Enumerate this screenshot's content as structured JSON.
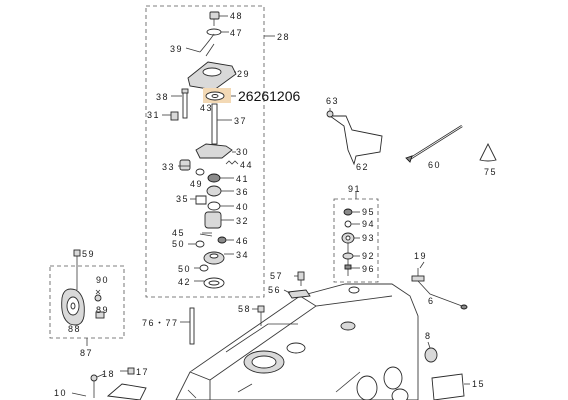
{
  "diagram": {
    "callout": {
      "text": "26261206",
      "highlight_color": "#f3d9b5"
    },
    "labels": {
      "l48": "48",
      "l47": "47",
      "l28": "28",
      "l39": "39",
      "l29": "29",
      "l38": "38",
      "l43": "43",
      "l31": "31",
      "l37": "37",
      "l30": "30",
      "l44": "44",
      "l33": "33",
      "l41": "41",
      "l49": "49",
      "l36": "36",
      "l35": "35",
      "l40": "40",
      "l32": "32",
      "l45": "45",
      "l46": "46",
      "l50a": "50",
      "l34": "34",
      "l50b": "50",
      "l42": "42",
      "l63": "63",
      "l62": "62",
      "l60": "60",
      "l75": "75",
      "l91": "91",
      "l95": "95",
      "l94": "94",
      "l93": "93",
      "l92": "92",
      "l96": "96",
      "l19": "19",
      "l6": "6",
      "l59": "59",
      "l90": "90",
      "l89": "89",
      "l88": "88",
      "l87": "87",
      "l57": "57",
      "l56": "56",
      "l58": "58",
      "l7677": "76・77",
      "l8": "8",
      "l15": "15",
      "l18": "18",
      "l17": "17",
      "l10": "10"
    }
  }
}
